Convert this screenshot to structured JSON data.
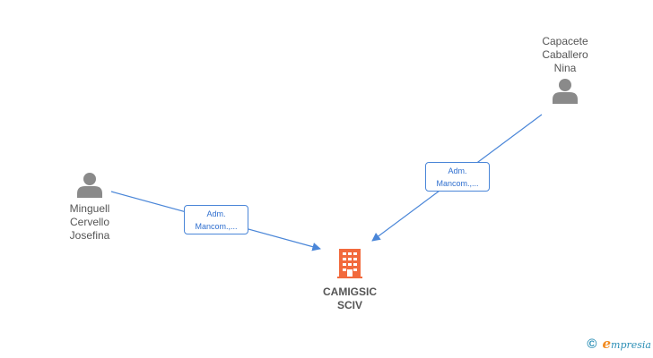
{
  "diagram": {
    "people": [
      {
        "id": "capacete",
        "name_lines": [
          "Capacete",
          "Caballero",
          "Nina"
        ]
      },
      {
        "id": "minguell",
        "name_lines": [
          "Minguell",
          "Cervello",
          "Josefina"
        ]
      }
    ],
    "relations": [
      {
        "from": "minguell",
        "to": "camigsic",
        "label_lines": [
          "Adm.",
          "Mancom.,..."
        ]
      },
      {
        "from": "capacete",
        "to": "camigsic",
        "label_lines": [
          "Adm.",
          "Mancom.,..."
        ]
      }
    ],
    "company": {
      "id": "camigsic",
      "name_lines": [
        "CAMIGSIC",
        "SCIV"
      ]
    }
  },
  "colors": {
    "person_icon": "#8a8a8a",
    "company_icon": "#f26a3d",
    "link": "#4a86d8",
    "text": "#555555",
    "brand_blue": "#2c8fb6",
    "brand_orange": "#f28c22"
  },
  "icons": {
    "person": "person-silhouette-icon",
    "company": "building-icon",
    "copyright": "copyright-symbol"
  },
  "footer": {
    "copyright_symbol": "©",
    "brand_initial": "e",
    "brand_rest": "mpresia"
  }
}
